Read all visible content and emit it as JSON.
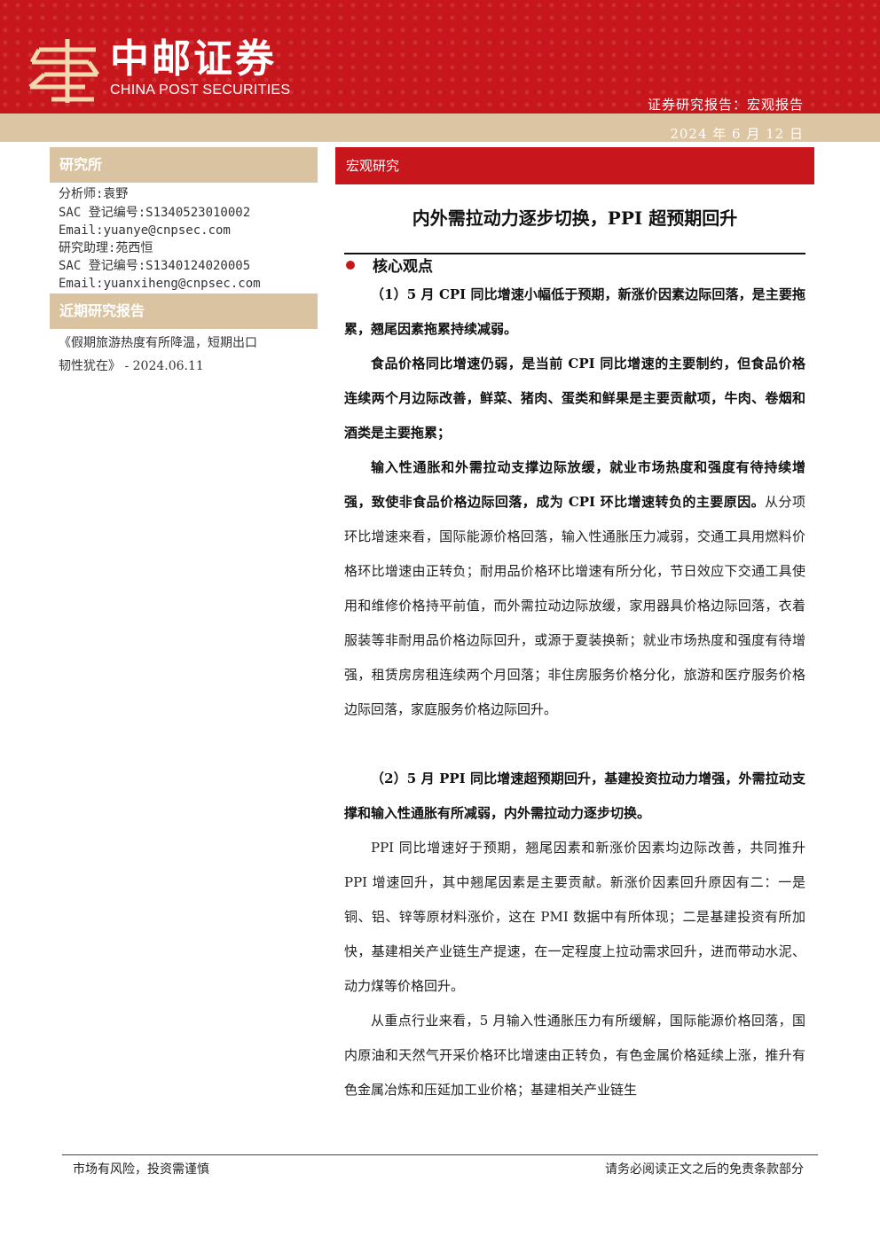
{
  "header": {
    "brand_cn": "中邮证券",
    "brand_en": "CHINA POST SECURITIES",
    "report_type": "证券研究报告：宏观报告",
    "date": "2024 年 6 月 12 日",
    "brand_color": "#c8161d",
    "band_color": "#dcc5a3"
  },
  "sidebar": {
    "institute_title": "研究所",
    "analysts": [
      "分析师:袁野",
      "SAC 登记编号:S1340523010002",
      "Email:yuanye@cnpsec.com",
      "研究助理:苑西恒",
      "SAC 登记编号:S1340124020005",
      "Email:yuanxiheng@cnpsec.com"
    ],
    "recent_title": "近期研究报告",
    "recent_reports": [
      "《假期旅游热度有所降温，短期出口",
      "韧性犹在》 - 2024.06.11"
    ]
  },
  "main": {
    "category": "宏观研究",
    "title": "内外需拉动力逐步切换，PPI 超预期回升",
    "section_title": "核心观点",
    "p1": "（1）5 月 CPI 同比增速小幅低于预期，新涨价因素边际回落，是主要拖累，翘尾因素拖累持续减弱。",
    "p2": "食品价格同比增速仍弱，是当前 CPI 同比增速的主要制约，但食品价格连续两个月边际改善，鲜菜、猪肉、蛋类和鲜果是主要贡献项，牛肉、卷烟和酒类是主要拖累；",
    "p3_bold": "输入性通胀和外需拉动支撑边际放缓，就业市场热度和强度有待持续增强，致使非食品价格边际回落，成为 CPI 环比增速转负的主要原因。",
    "p3_normal": "从分项环比增速来看，国际能源价格回落，输入性通胀压力减弱，交通工具用燃料价格环比增速由正转负；耐用品价格环比增速有所分化，节日效应下交通工具使用和维修价格持平前值，而外需拉动边际放缓，家用器具价格边际回落，衣着服装等非耐用品价格边际回升，或源于夏装换新；就业市场热度和强度有待增强，租赁房房租连续两个月回落；非住房服务价格分化，旅游和医疗服务价格边际回落，家庭服务价格边际回升。",
    "p4": "（2）5 月 PPI 同比增速超预期回升，基建投资拉动力增强，外需拉动支撑和输入性通胀有所减弱，内外需拉动力逐步切换。",
    "p5": "PPI 同比增速好于预期，翘尾因素和新涨价因素均边际改善，共同推升 PPI 增速回升，其中翘尾因素是主要贡献。新涨价因素回升原因有二：一是铜、铝、锌等原材料涨价，这在 PMI 数据中有所体现；二是基建投资有所加快，基建相关产业链生产提速，在一定程度上拉动需求回升，进而带动水泥、动力煤等价格回升。",
    "p6": "从重点行业来看，5 月输入性通胀压力有所缓解，国际能源价格回落，国内原油和天然气开采价格环比增速由正转负，有色金属价格延续上涨，推升有色金属冶炼和压延加工业价格；基建相关产业链生"
  },
  "footer": {
    "left": "市场有风险，投资需谨慎",
    "right": "请务必阅读正文之后的免责条款部分"
  }
}
